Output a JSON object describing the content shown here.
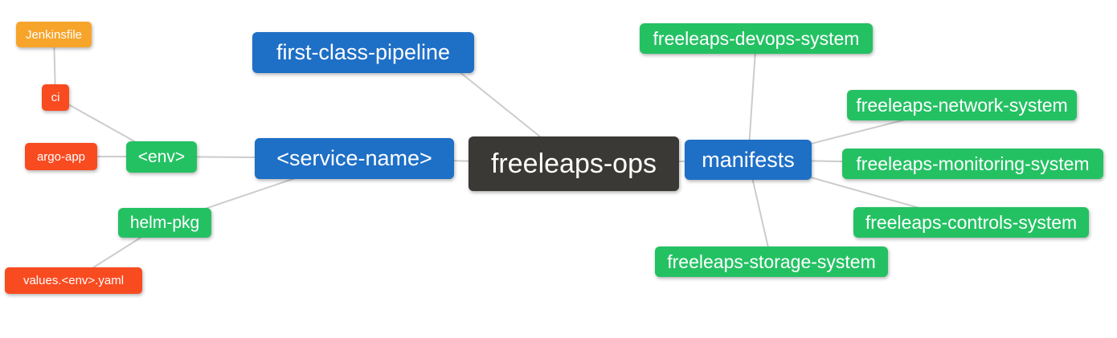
{
  "colors": {
    "root": "#3b3936",
    "branch_blue": "#1e6fc6",
    "leaf_green": "#24c163",
    "leaf_red_orange": "#f94b20",
    "leaf_orange": "#f7a42b",
    "edge": "#cccccc",
    "node_text": "#ffffff",
    "background": "#ffffff"
  },
  "diagram": {
    "type": "mindmap",
    "root_label": "freeleaps-ops",
    "nodes": [
      {
        "id": "jenkinsfile",
        "label": "Jenkinsfile",
        "color": "#f7a42b",
        "level": 4
      },
      {
        "id": "ci",
        "label": "ci",
        "color": "#f94b20",
        "level": 3
      },
      {
        "id": "argo-app",
        "label": "argo-app",
        "color": "#f94b20",
        "level": 3
      },
      {
        "id": "env",
        "label": "<env>",
        "color": "#24c163",
        "level": 2
      },
      {
        "id": "helm-pkg",
        "label": "helm-pkg",
        "color": "#24c163",
        "level": 2
      },
      {
        "id": "values-env-yaml",
        "label": "values.<env>.yaml",
        "color": "#f94b20",
        "level": 3
      },
      {
        "id": "first-class-pipeline",
        "label": "first-class-pipeline",
        "color": "#1e6fc6",
        "level": 1
      },
      {
        "id": "service-name",
        "label": "<service-name>",
        "color": "#1e6fc6",
        "level": 1
      },
      {
        "id": "freeleaps-ops",
        "label": "freeleaps-ops",
        "color": "#3b3936",
        "level": 0
      },
      {
        "id": "manifests",
        "label": "manifests",
        "color": "#1e6fc6",
        "level": 1
      },
      {
        "id": "freeleaps-devops-system",
        "label": "freeleaps-devops-system",
        "color": "#24c163",
        "level": 2
      },
      {
        "id": "freeleaps-network-system",
        "label": "freeleaps-network-system",
        "color": "#24c163",
        "level": 2
      },
      {
        "id": "freeleaps-monitoring-system",
        "label": "freeleaps-monitoring-system",
        "color": "#24c163",
        "level": 2
      },
      {
        "id": "freeleaps-controls-system",
        "label": "freeleaps-controls-system",
        "color": "#24c163",
        "level": 2
      },
      {
        "id": "freeleaps-storage-system",
        "label": "freeleaps-storage-system",
        "color": "#24c163",
        "level": 2
      }
    ],
    "edges": [
      [
        "jenkinsfile",
        "ci"
      ],
      [
        "ci",
        "env"
      ],
      [
        "argo-app",
        "env"
      ],
      [
        "env",
        "service-name"
      ],
      [
        "helm-pkg",
        "service-name"
      ],
      [
        "values-env-yaml",
        "helm-pkg"
      ],
      [
        "first-class-pipeline",
        "freeleaps-ops"
      ],
      [
        "service-name",
        "freeleaps-ops"
      ],
      [
        "freeleaps-ops",
        "manifests"
      ],
      [
        "manifests",
        "freeleaps-devops-system"
      ],
      [
        "manifests",
        "freeleaps-network-system"
      ],
      [
        "manifests",
        "freeleaps-monitoring-system"
      ],
      [
        "manifests",
        "freeleaps-controls-system"
      ],
      [
        "manifests",
        "freeleaps-storage-system"
      ]
    ]
  }
}
